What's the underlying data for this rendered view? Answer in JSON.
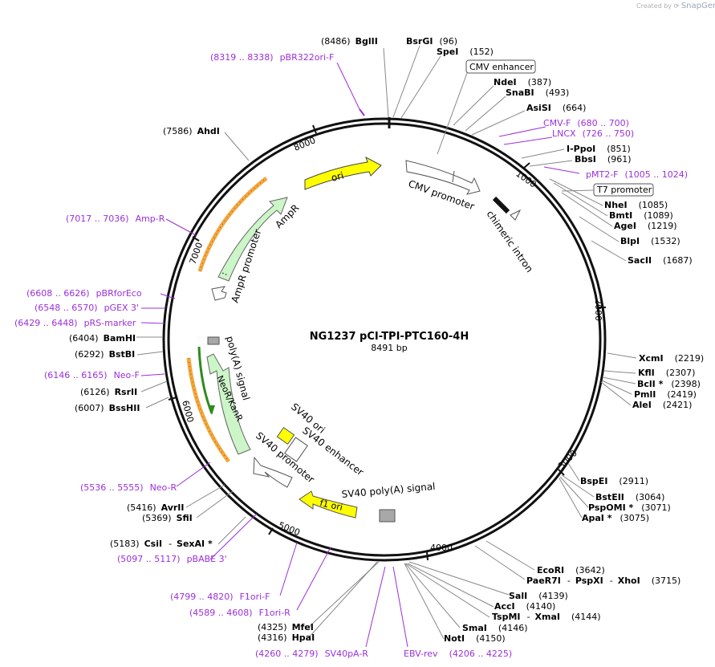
{
  "credit": {
    "prefix": "Created by",
    "brand": "SnapGene"
  },
  "plasmid": {
    "name": "NG1237 pCI-TPI-PTC160-4H",
    "size": "8491 bp"
  },
  "ticks": [
    {
      "label": "1000"
    },
    {
      "label": "2000"
    },
    {
      "label": "3000"
    },
    {
      "label": "4000"
    },
    {
      "label": "5000"
    },
    {
      "label": "6000"
    },
    {
      "label": "7000"
    },
    {
      "label": "8000"
    }
  ],
  "enzymes": [
    {
      "name": "BglII",
      "pos": "(8486)"
    },
    {
      "name": "BsrGI",
      "pos": "(96)"
    },
    {
      "name": "SpeI",
      "pos": "(152)"
    },
    {
      "name": "NdeI",
      "pos": "(387)"
    },
    {
      "name": "SnaBI",
      "pos": "(493)"
    },
    {
      "name": "AsiSI",
      "pos": "(664)"
    },
    {
      "name": "I-PpoI",
      "pos": "(851)"
    },
    {
      "name": "BbsI",
      "pos": "(961)"
    },
    {
      "name": "NheI",
      "pos": "(1085)"
    },
    {
      "name": "BmtI",
      "pos": "(1089)"
    },
    {
      "name": "AgeI",
      "pos": "(1219)"
    },
    {
      "name": "BlpI",
      "pos": "(1532)"
    },
    {
      "name": "SacII",
      "pos": "(1687)"
    },
    {
      "name": "XcmI",
      "pos": "(2219)"
    },
    {
      "name": "KflI",
      "pos": "(2307)"
    },
    {
      "name": "BclI *",
      "pos": "(2398)"
    },
    {
      "name": "PmlI",
      "pos": "(2419)"
    },
    {
      "name": "AleI",
      "pos": "(2421)"
    },
    {
      "name": "BspEI",
      "pos": "(2911)"
    },
    {
      "name": "BstEII",
      "pos": "(3064)"
    },
    {
      "name": "PspOMI *",
      "pos": "(3071)"
    },
    {
      "name": "ApaI *",
      "pos": "(3075)"
    },
    {
      "name": "EcoRI",
      "pos": "(3642)"
    },
    {
      "name": "PaeR7I",
      "sep1": "-",
      "name2": "PspXI",
      "sep2": "-",
      "name3": "XhoI",
      "pos": "(3715)"
    },
    {
      "name": "SalI",
      "pos": "(4139)"
    },
    {
      "name": "AccI",
      "pos": "(4140)"
    },
    {
      "name": "TspMI",
      "sep1": "-",
      "name2": "XmaI",
      "pos": "(4144)"
    },
    {
      "name": "SmaI",
      "pos": "(4146)"
    },
    {
      "name": "NotI",
      "pos": "(4150)"
    },
    {
      "name": "MfeI",
      "pos": "(4325)"
    },
    {
      "name": "HpaI",
      "pos": "(4316)"
    },
    {
      "name": "CsiI",
      "sep1": "-",
      "name2": "SexAI *",
      "pos": "(5183)"
    },
    {
      "name": "SfiI",
      "pos": "(5369)"
    },
    {
      "name": "AvrII",
      "pos": "(5416)"
    },
    {
      "name": "BssHII",
      "pos": "(6007)"
    },
    {
      "name": "RsrII",
      "pos": "(6126)"
    },
    {
      "name": "BstBI",
      "pos": "(6292)"
    },
    {
      "name": "BamHI",
      "pos": "(6404)"
    },
    {
      "name": "AhdI",
      "pos": "(7586)"
    }
  ],
  "primers": [
    {
      "name": "pBR322ori-F",
      "range": "(8319 .. 8338)"
    },
    {
      "name": "CMV-F",
      "range": "(680 .. 700)"
    },
    {
      "name": "LNCX",
      "range": "(726 .. 750)"
    },
    {
      "name": "pMT2-F",
      "range": "(1005 .. 1024)"
    },
    {
      "name": "EBV-rev",
      "range": "(4206 .. 4225)"
    },
    {
      "name": "SV40pA-R",
      "range": "(4260 .. 4279)"
    },
    {
      "name": "F1ori-R",
      "range": "(4589 .. 4608)"
    },
    {
      "name": "F1ori-F",
      "range": "(4799 .. 4820)"
    },
    {
      "name": "pBABE 3'",
      "range": "(5097 .. 5117)"
    },
    {
      "name": "Neo-R",
      "range": "(5536 .. 5555)"
    },
    {
      "name": "Neo-F",
      "range": "(6146 .. 6165)"
    },
    {
      "name": "pRS-marker",
      "range": "(6429 .. 6448)"
    },
    {
      "name": "pGEX 3'",
      "range": "(6548 .. 6570)"
    },
    {
      "name": "pBRforEco",
      "range": "(6608 .. 6626)"
    },
    {
      "name": "Amp-R",
      "range": "(7017 .. 7036)"
    }
  ],
  "boxed_features": [
    {
      "name": "CMV enhancer"
    },
    {
      "name": "T7 promoter"
    }
  ],
  "features": [
    {
      "name": "ori"
    },
    {
      "name": "CMV promoter"
    },
    {
      "name": "chimeric intron"
    },
    {
      "name": "AmpR"
    },
    {
      "name": "AmpR promoter"
    },
    {
      "name": "poly(A) signal"
    },
    {
      "name": "NeoR/KanR"
    },
    {
      "name": "SV40 ori"
    },
    {
      "name": "SV40 enhancer"
    },
    {
      "name": "SV40 promoter"
    },
    {
      "name": "SV40 poly(A) signal"
    },
    {
      "name": "f1 ori"
    }
  ],
  "colors": {
    "backbone": "#111111",
    "primer": "#9b30d9",
    "ori": "#ffff00",
    "promoter": "#ffffff",
    "resistance": "#ccf5c8",
    "primer_arc": "#f4a63c",
    "misc": "#a8a8a8"
  }
}
